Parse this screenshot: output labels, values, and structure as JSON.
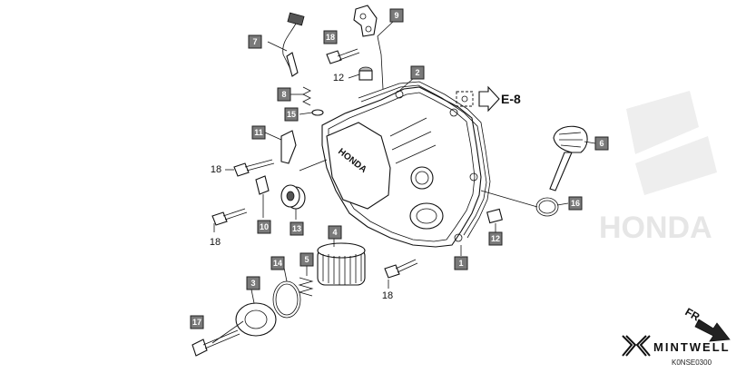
{
  "callouts": [
    {
      "id": "c1",
      "label": "1",
      "boxed": true
    },
    {
      "id": "c2",
      "label": "2",
      "boxed": true
    },
    {
      "id": "c3",
      "label": "3",
      "boxed": true
    },
    {
      "id": "c4",
      "label": "4",
      "boxed": true
    },
    {
      "id": "c5",
      "label": "5",
      "boxed": true
    },
    {
      "id": "c6",
      "label": "6",
      "boxed": true
    },
    {
      "id": "c7",
      "label": "7",
      "boxed": true
    },
    {
      "id": "c8",
      "label": "8",
      "boxed": true
    },
    {
      "id": "c9",
      "label": "9",
      "boxed": true
    },
    {
      "id": "c10",
      "label": "10",
      "boxed": true
    },
    {
      "id": "c11",
      "label": "11",
      "boxed": true
    },
    {
      "id": "c12",
      "label": "12",
      "boxed": true
    },
    {
      "id": "c13",
      "label": "13",
      "boxed": true
    },
    {
      "id": "c14",
      "label": "14",
      "boxed": true
    },
    {
      "id": "c15",
      "label": "15",
      "boxed": true
    },
    {
      "id": "c16",
      "label": "16",
      "boxed": true
    },
    {
      "id": "c17",
      "label": "17",
      "boxed": true
    },
    {
      "id": "c18a",
      "label": "18",
      "boxed": true
    },
    {
      "id": "c18b",
      "label": "18",
      "boxed": false
    },
    {
      "id": "c18c",
      "label": "18",
      "boxed": false
    },
    {
      "id": "c18d",
      "label": "18",
      "boxed": false
    },
    {
      "id": "c12b",
      "label": "12",
      "boxed": false
    }
  ],
  "reference": {
    "label": "E-8"
  },
  "cover_logo": "HONDA",
  "direction": {
    "label": "FR."
  },
  "brand": {
    "name": "MINTWELL"
  },
  "diagram_code": "K0NSE0300",
  "colors": {
    "badge_fill": "#7a7a7a",
    "line": "#111111",
    "watermark": "#e6e6e6"
  }
}
